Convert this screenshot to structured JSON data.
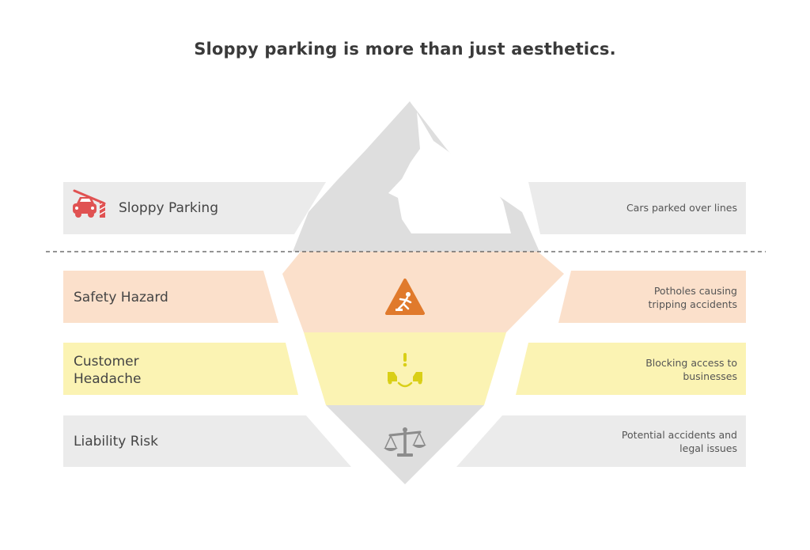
{
  "title": "Sloppy parking is more than just aesthetics.",
  "colors": {
    "gray": "#ebebeb",
    "peach": "#fbe0cb",
    "yellow": "#fbf3b3",
    "iceberg_gray": "#dedede",
    "car_icon": "#e05252",
    "hazard_icon": "#e07a2c",
    "headache_icon": "#d9cf17",
    "scale_icon": "#8c8c8c"
  },
  "tiers": [
    {
      "label": "Sloppy Parking",
      "description": "Cars parked over lines",
      "icon": "car-blocked-icon",
      "color": "gray"
    },
    {
      "label": "Safety Hazard",
      "description": "Potholes causing tripping accidents",
      "icon": "hazard-warning-icon",
      "color": "peach"
    },
    {
      "label": "Customer Headache",
      "description": "Blocking access to businesses",
      "icon": "cars-conflict-icon",
      "color": "yellow"
    },
    {
      "label": "Liability Risk",
      "description": "Potential accidents and legal issues",
      "icon": "scale-icon",
      "color": "gray"
    }
  ]
}
